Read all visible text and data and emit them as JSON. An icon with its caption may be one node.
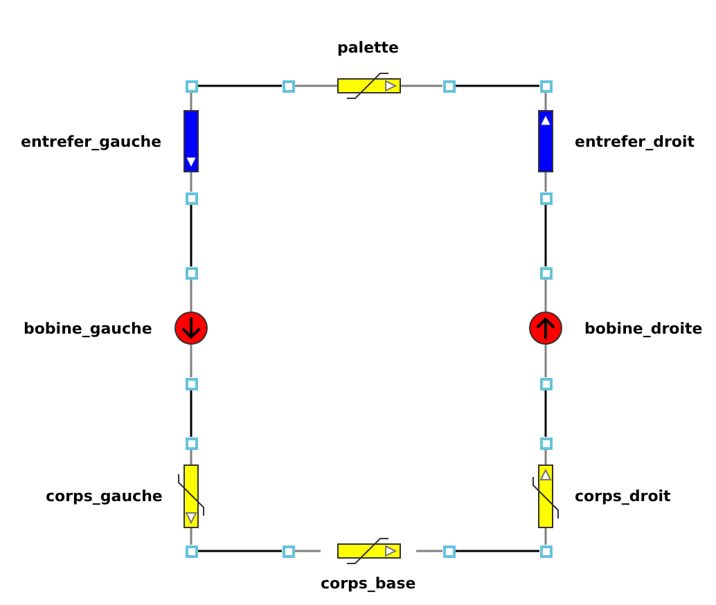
{
  "diagram": {
    "nodes": [
      {
        "text": [
          "palette"
        ]
      },
      {
        "text": [
          "entrefer_gauche"
        ]
      },
      {
        "text": [
          "entrefer_droit"
        ]
      },
      {
        "text": [
          "bobine_gauche"
        ]
      },
      {
        "text": [
          "bobine_droite"
        ]
      },
      {
        "text": [
          "corps_gauche"
        ]
      },
      {
        "text": [
          "corps_droit"
        ]
      },
      {
        "text": [
          "corps_base"
        ]
      },
      {
        "text": [],
        "shape": "box"
      },
      {
        "text": [],
        "shape": "box"
      },
      {
        "text": [],
        "shape": "box"
      },
      {
        "text": [],
        "shape": "box"
      },
      {
        "text": [],
        "shape": "box"
      },
      {
        "text": [],
        "shape": "box"
      },
      {
        "text": [],
        "shape": "box"
      },
      {
        "text": [],
        "shape": "box"
      },
      {
        "text": [],
        "shape": "box"
      },
      {
        "text": [],
        "shape": "box"
      },
      {
        "text": [],
        "shape": "box"
      },
      {
        "text": [],
        "shape": "box"
      },
      {
        "text": [],
        "shape": "box"
      },
      {
        "text": [],
        "shape": "box"
      },
      {
        "text": [],
        "shape": "box"
      },
      {
        "text": [],
        "shape": "box"
      }
    ],
    "edges": [
      {
        "from": 8,
        "to": 9,
        "arrow": "none",
        "color": "#000000"
      },
      {
        "from": 9,
        "to": 0,
        "arrow": "none"
      },
      {
        "from": 0,
        "to": 10,
        "arrow": "none"
      },
      {
        "from": 10,
        "to": 11,
        "arrow": "none",
        "color": "#000000"
      },
      {
        "from": 8,
        "to": 1,
        "arrow": "none"
      },
      {
        "from": 1,
        "to": 12,
        "arrow": "none"
      },
      {
        "from": 12,
        "to": 14,
        "arrow": "none",
        "color": "#000000"
      },
      {
        "from": 14,
        "to": 3,
        "arrow": "none"
      },
      {
        "from": 3,
        "to": 16,
        "arrow": "none"
      },
      {
        "from": 16,
        "to": 18,
        "arrow": "none",
        "color": "#000000"
      },
      {
        "from": 18,
        "to": 5,
        "arrow": "none"
      },
      {
        "from": 5,
        "to": 20,
        "arrow": "none"
      },
      {
        "from": 20,
        "to": 21,
        "arrow": "none",
        "color": "#000000"
      },
      {
        "from": 21,
        "to": 7,
        "arrow": "none"
      },
      {
        "from": 7,
        "to": 22,
        "arrow": "none"
      },
      {
        "from": 22,
        "to": 23,
        "arrow": "none",
        "color": "#000000"
      },
      {
        "from": 11,
        "to": 2,
        "arrow": "none"
      },
      {
        "from": 2,
        "to": 13,
        "arrow": "none"
      },
      {
        "from": 13,
        "to": 15,
        "arrow": "none",
        "color": "#000000"
      },
      {
        "from": 15,
        "to": 4,
        "arrow": "none"
      },
      {
        "from": 4,
        "to": 17,
        "arrow": "none"
      },
      {
        "from": 17,
        "to": 19,
        "arrow": "none",
        "color": "#000000"
      },
      {
        "from": 19,
        "to": 6,
        "arrow": "none"
      },
      {
        "from": 6,
        "to": 23,
        "arrow": "none"
      }
    ]
  }
}
